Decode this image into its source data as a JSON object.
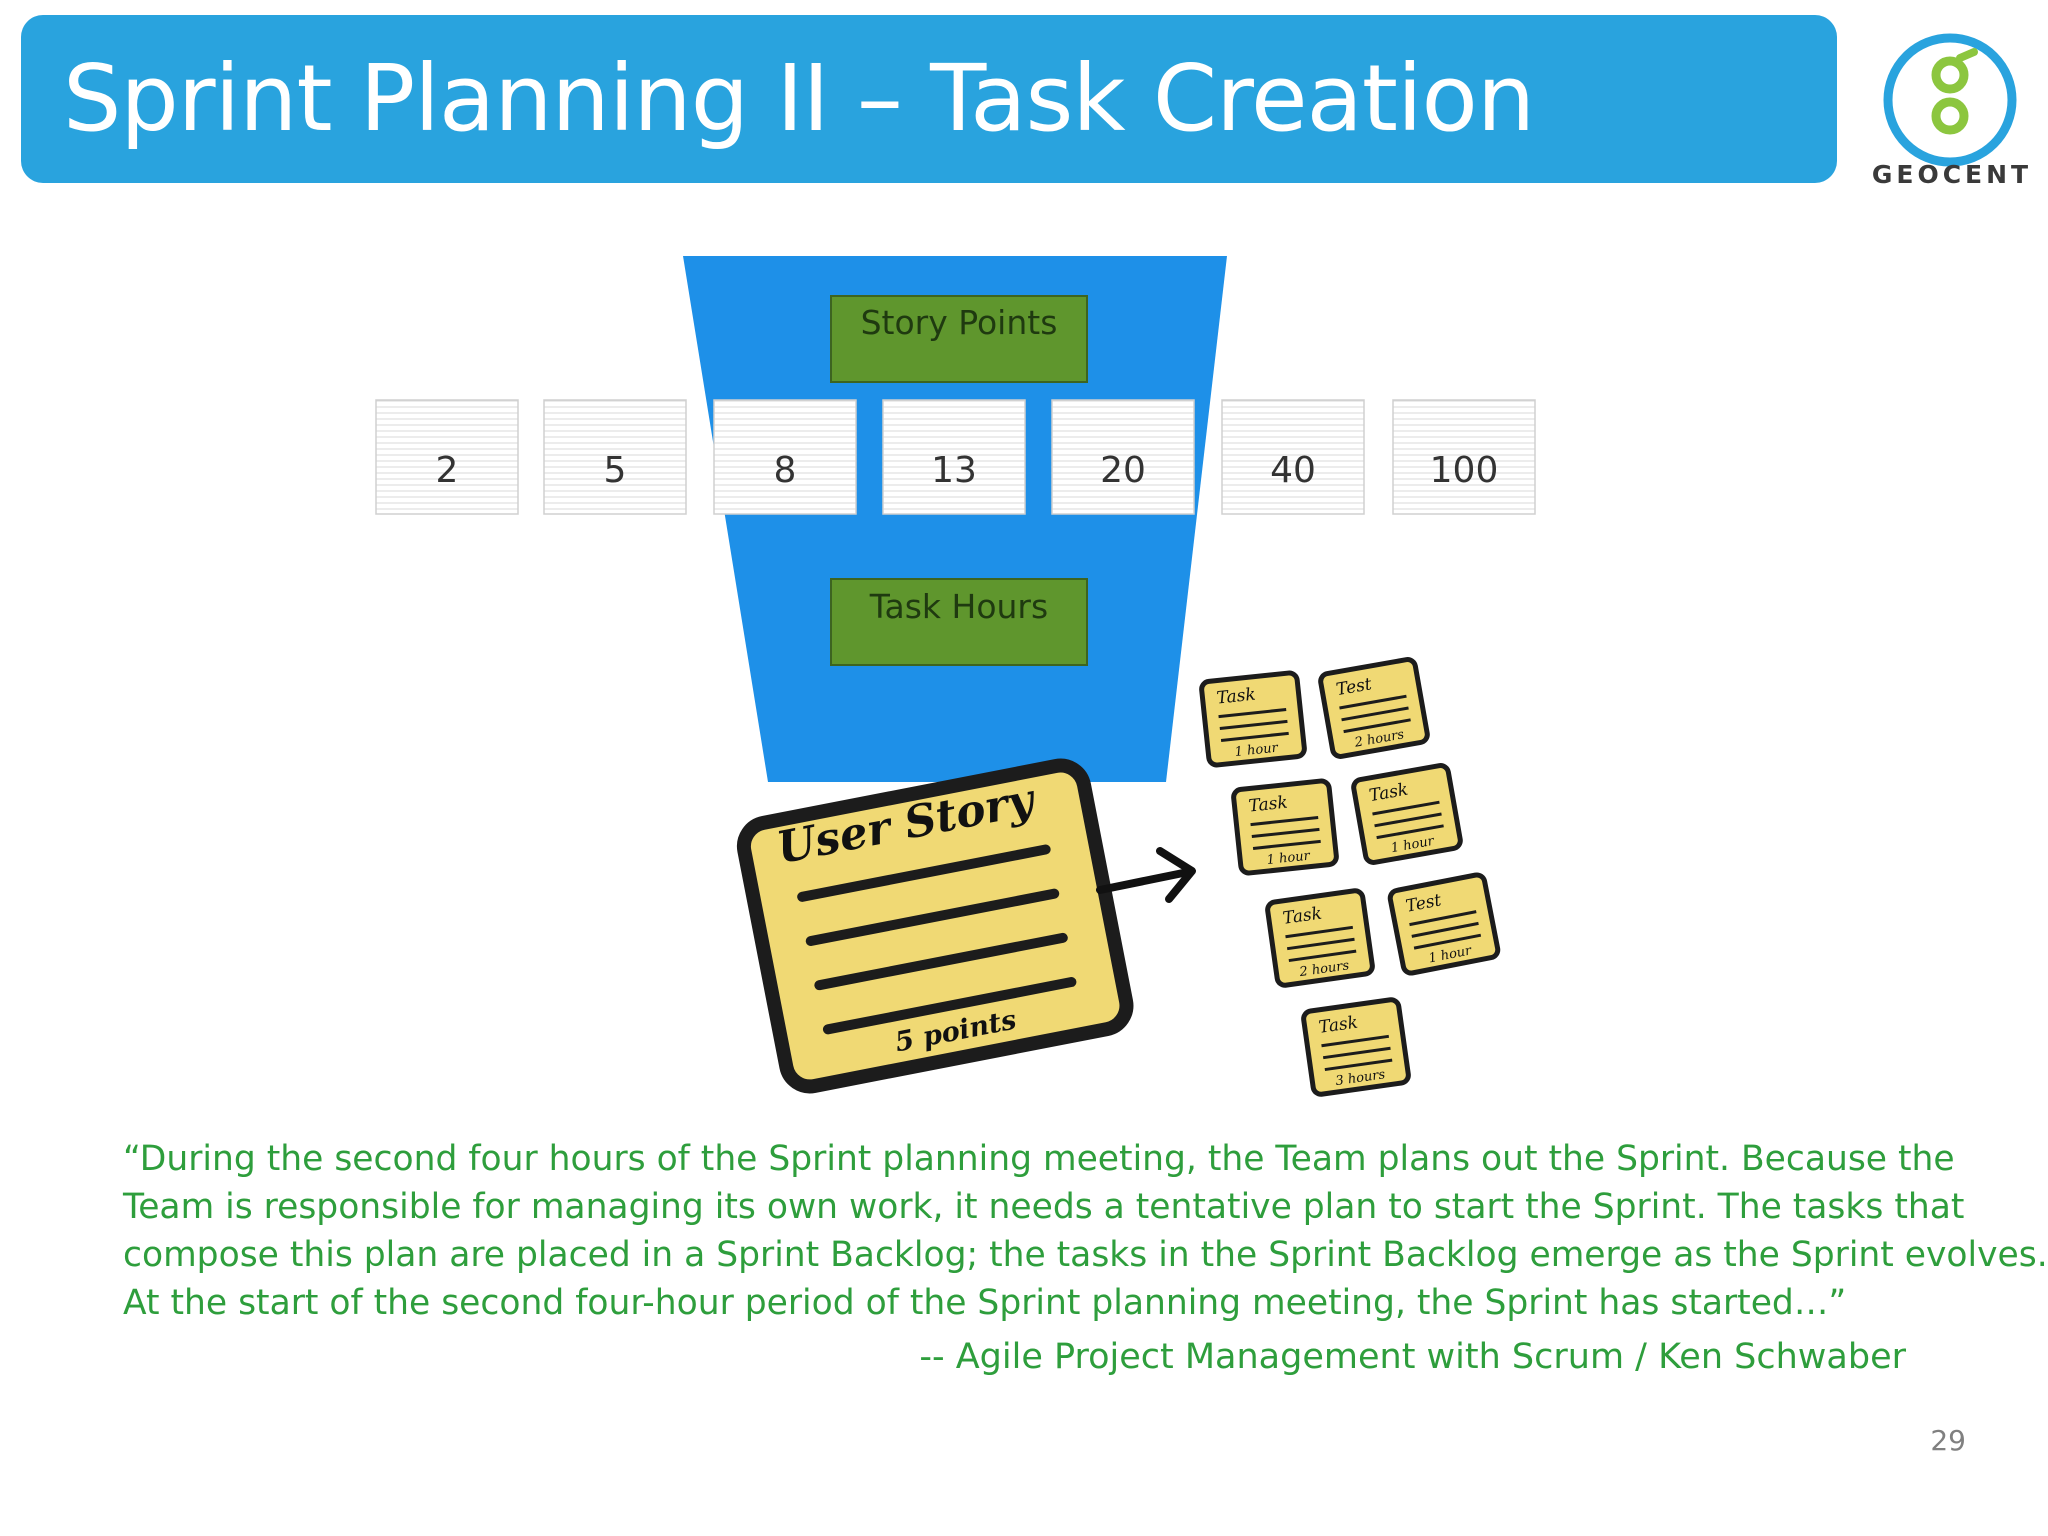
{
  "slide": {
    "title": "Sprint Planning II – Task Creation",
    "page_number": "29"
  },
  "logo": {
    "wordmark": "GEOCENT",
    "icon": "geocent-g-icon",
    "ring_color": "#29a3de",
    "letter_color": "#8cc63f"
  },
  "diagram": {
    "story_points_label": "Story Points",
    "task_hours_label": "Task Hours",
    "point_cards": [
      "2",
      "5",
      "8",
      "13",
      "20",
      "40",
      "100"
    ],
    "user_story": {
      "title": "User Story",
      "points": "5 points"
    },
    "task_notes": [
      {
        "label": "Task",
        "estimate": "1 hour"
      },
      {
        "label": "Test",
        "estimate": "2 hours"
      },
      {
        "label": "Task",
        "estimate": "1 hour"
      },
      {
        "label": "Task",
        "estimate": "1 hour"
      },
      {
        "label": "Task",
        "estimate": "2 hours"
      },
      {
        "label": "Test",
        "estimate": "1 hour"
      },
      {
        "label": "Task",
        "estimate": "3 hours"
      }
    ],
    "colors": {
      "funnel": "#1e90e8",
      "label_box": "#5f962d",
      "sticky_note": "#f0d974"
    }
  },
  "quote": {
    "lines": [
      "“During the second four hours of the Sprint planning meeting, the Team plans out the Sprint. Because the",
      "Team is responsible for managing its own work, it needs a tentative plan to start the Sprint. The tasks that",
      "compose this plan are placed in a Sprint Backlog; the tasks in the Sprint Backlog emerge as the Sprint evolves.",
      "At the start of the second four-hour period of the Sprint planning meeting, the Sprint has started…”"
    ],
    "attribution": "--  Agile Project Management with Scrum / Ken Schwaber",
    "color": "#2e9e3c"
  }
}
